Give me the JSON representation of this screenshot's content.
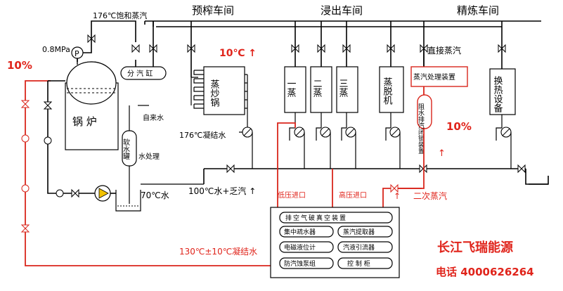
{
  "sections": {
    "prepress": "预榨车间",
    "leaching": "浸出车间",
    "refining": "精炼车间"
  },
  "steam": {
    "saturated": "176℃饱和蒸汽",
    "direct": "直接蒸汽",
    "secondary": "二次蒸汽"
  },
  "boiler": {
    "label": "锅 炉",
    "pressure": "0.8MPa",
    "gauge_symbol": "P"
  },
  "distributor": {
    "label": "分 汽 缸"
  },
  "water": {
    "tap": "自来水",
    "treatment": "水处理",
    "softener_tank": "软水罐",
    "hot_water": "70℃水"
  },
  "equipment": {
    "cooker": "蒸炒锅",
    "evap1": "一蒸",
    "evap2": "二蒸",
    "evap3": "三蒸",
    "desolventizer": "蒸脱机",
    "steam_processor": "蒸汽处理装置",
    "lock_device": "阻水排汽闭锁装置",
    "heat_exchanger": "换热设备"
  },
  "annotations": {
    "temp_up": "10℃ ↑",
    "pct_left": "10%",
    "pct_right": "10%",
    "condensate_176": "176℃凝结水",
    "mixed_100": "100℃水+乏汽 ↑",
    "low_inlet": "低压进口",
    "high_inlet": "高压进口",
    "condensate_130": "130℃±10℃凝结水"
  },
  "system_box": {
    "rows": [
      [
        "排空气破真空装置"
      ],
      [
        "集中疏水器",
        "蒸汽提取器"
      ],
      [
        "电磁液位计",
        "汽液引流器"
      ],
      [
        "防汽蚀泵组",
        "控 制 柜"
      ]
    ]
  },
  "brand": {
    "name": "长江飞瑞能源",
    "phone": "电话 4000626264"
  }
}
